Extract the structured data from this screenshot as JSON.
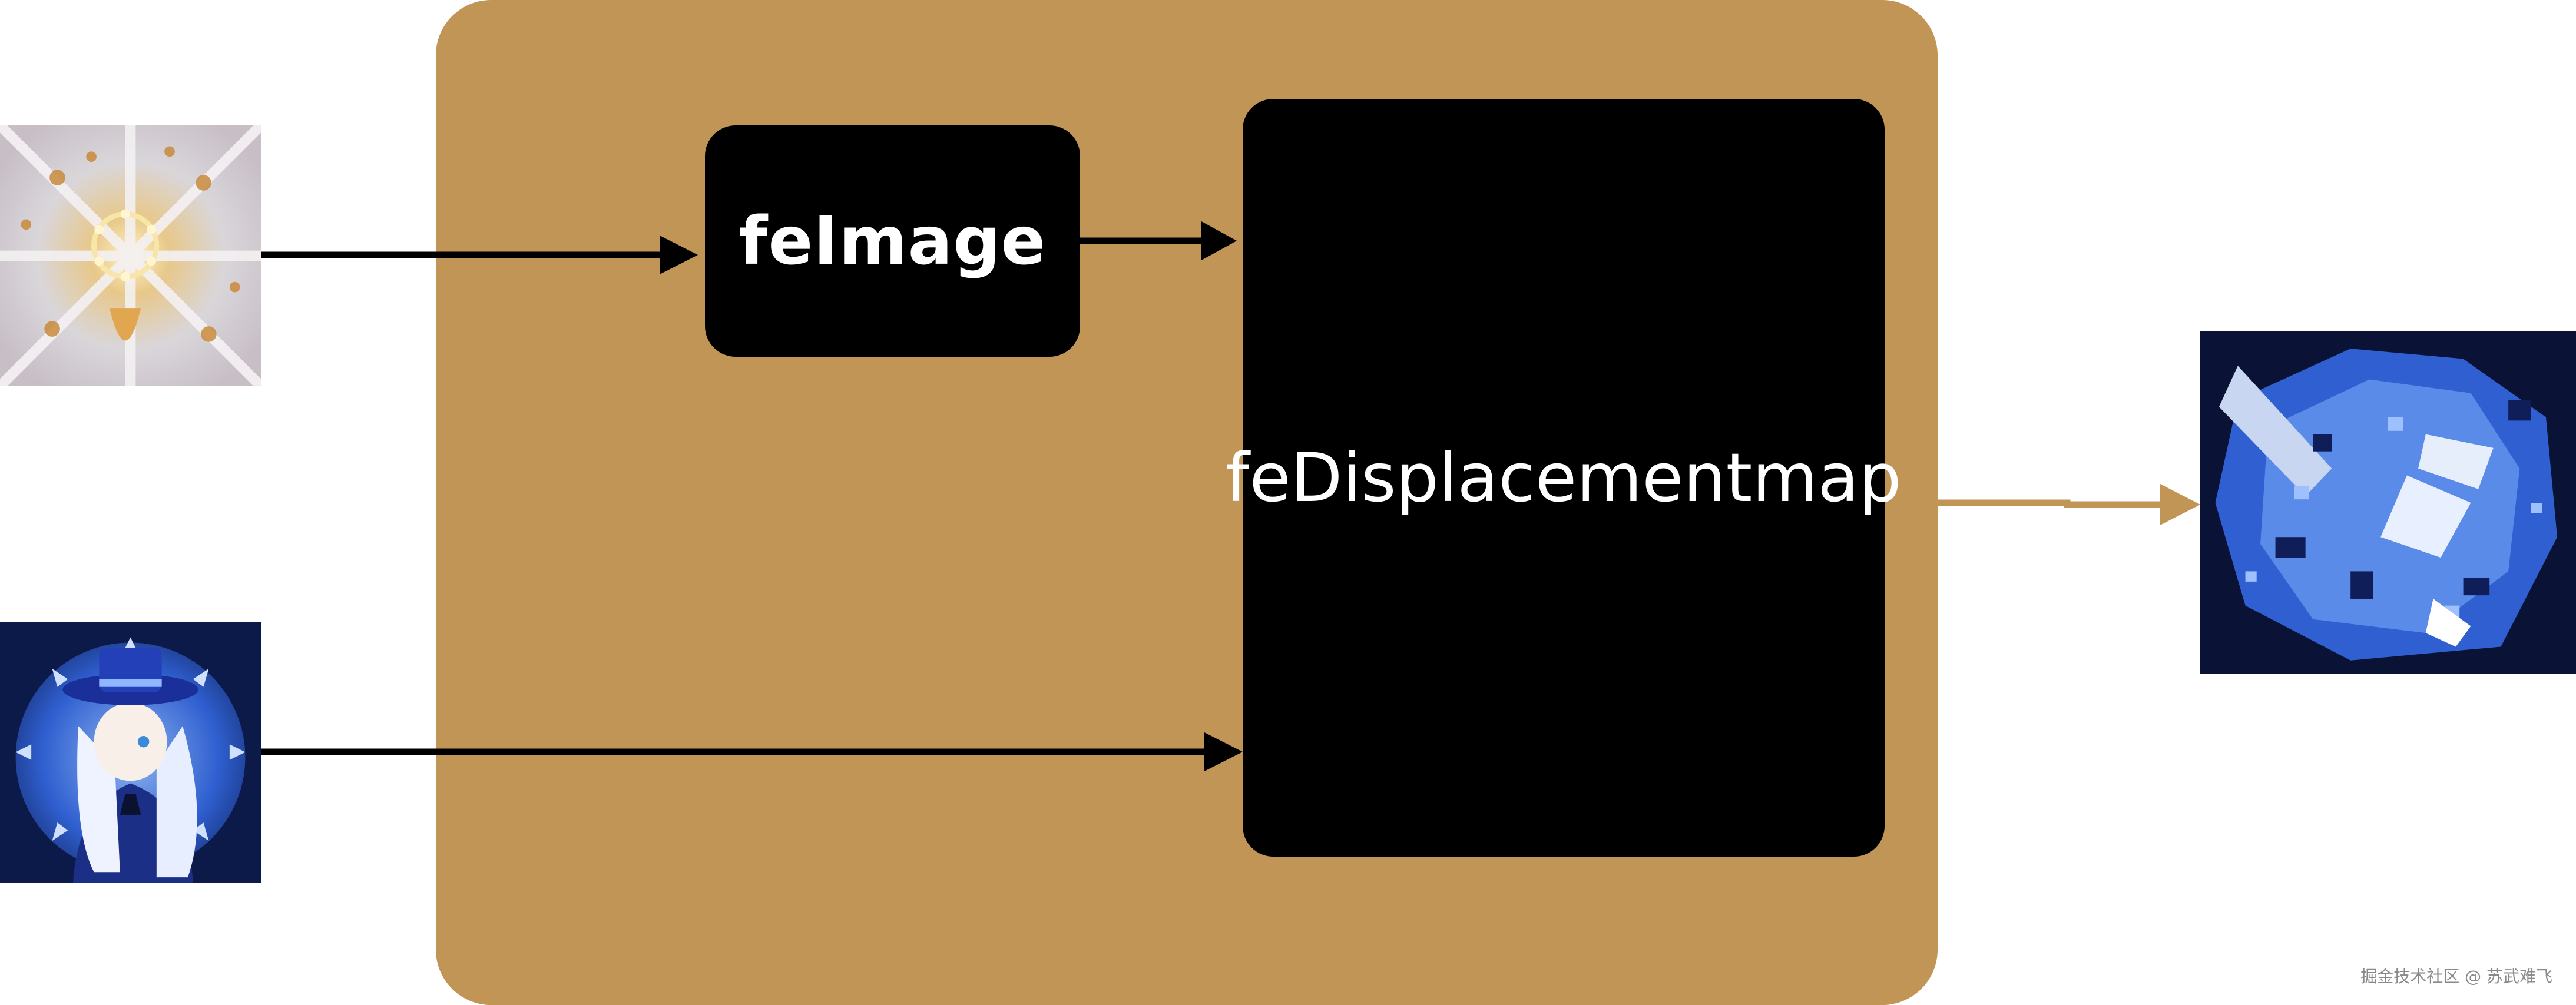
{
  "diagram": {
    "nodes": {
      "feimage": {
        "label": "feImage"
      },
      "fedisplacementmap": {
        "label": "feDisplacementmap"
      }
    },
    "inputs": [
      {
        "id": "cathedral",
        "kind": "image"
      },
      {
        "id": "character",
        "kind": "image"
      }
    ],
    "output": {
      "id": "result",
      "kind": "image"
    },
    "edges": [
      {
        "from": "cathedral",
        "to": "feimage"
      },
      {
        "from": "feimage",
        "to": "fedisplacementmap"
      },
      {
        "from": "character",
        "to": "fedisplacementmap"
      },
      {
        "from": "fedisplacementmap",
        "to": "result"
      }
    ],
    "colors": {
      "container": "#c09556",
      "node": "#000000",
      "node_text": "#ffffff",
      "edge": "#000000",
      "output_edge": "#c09556"
    }
  },
  "watermark": "掘金技术社区 @ 苏武难飞"
}
